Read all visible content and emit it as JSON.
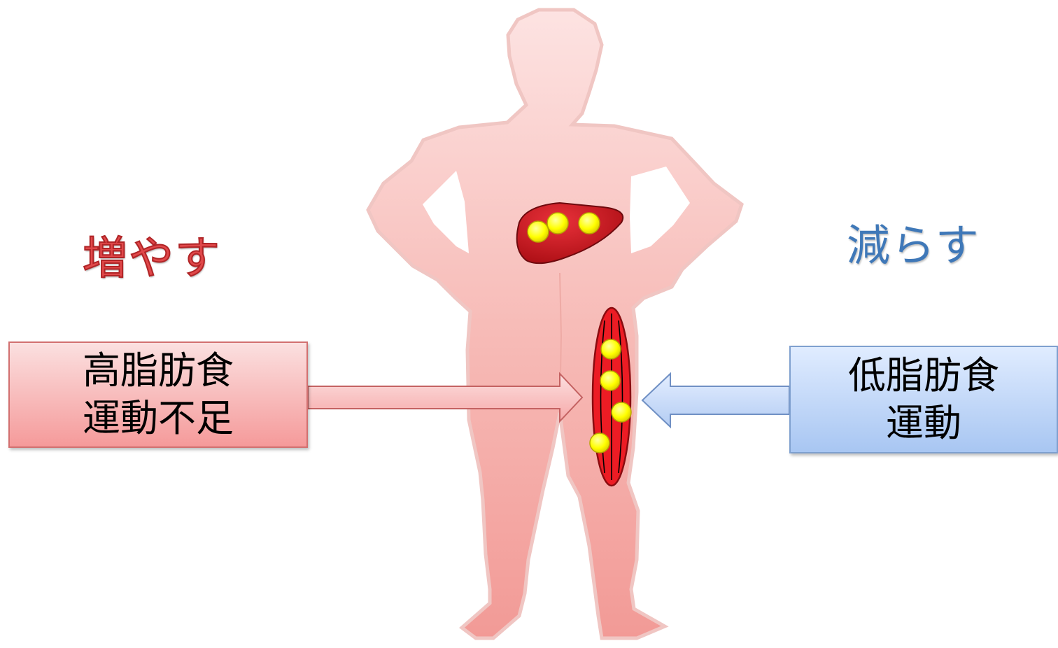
{
  "left": {
    "heading": "増やす",
    "box_lines": [
      "高脂肪食",
      "運動不足"
    ]
  },
  "right": {
    "heading": "減らす",
    "box_lines": [
      "低脂肪食",
      "運動"
    ]
  },
  "colors": {
    "increase": "#e0484a",
    "decrease": "#3f78b8",
    "body": "#f6b5b0",
    "organ": "#d2141a",
    "fat_droplet": "#ffff00"
  }
}
